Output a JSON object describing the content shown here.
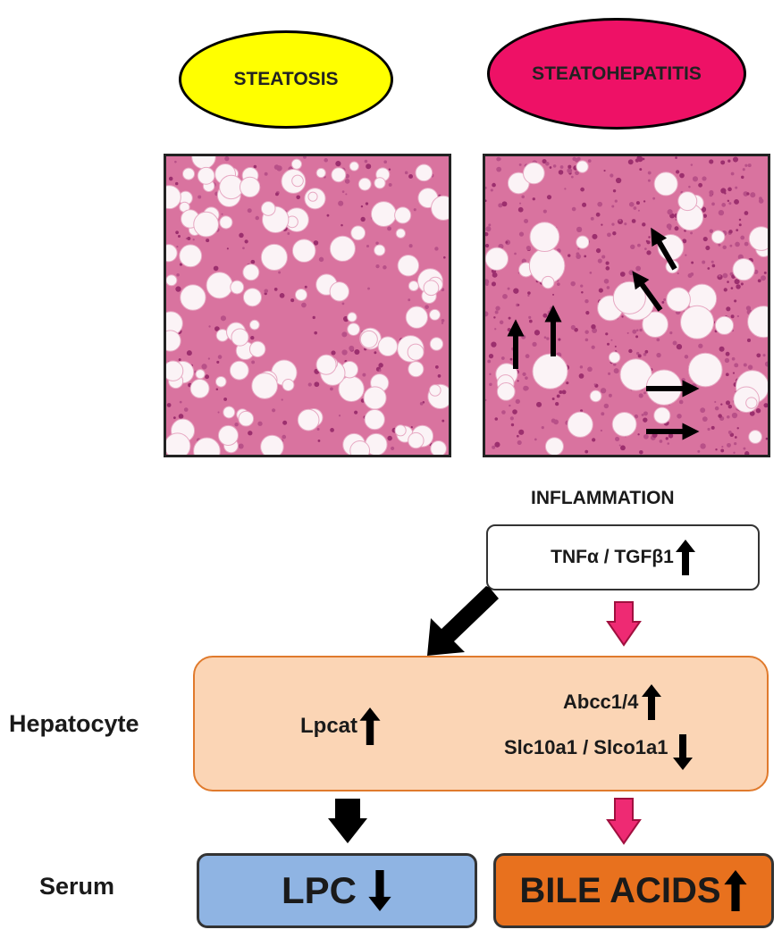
{
  "stages": {
    "steatosis": {
      "label": "STEATOSIS",
      "color": "#ffff00"
    },
    "steatohepatitis": {
      "label": "STEATOHEPATITIS",
      "color": "#ee1166"
    }
  },
  "inflammation": {
    "title": "INFLAMMATION",
    "cytokines": "TNFα / TGFβ1"
  },
  "hepatocyte": {
    "row_label": "Hepatocyte",
    "lpcat": "Lpcat",
    "abcc": "Abcc1/4",
    "transporters": "Slc10a1 / Slco1a1",
    "fill": "#fbd5b5",
    "border": "#e07a2c"
  },
  "serum": {
    "row_label": "Serum",
    "lpc": "LPC",
    "lpc_fill": "#8fb4e3",
    "bile_acids": "BILE ACIDS",
    "bile_fill": "#e8711e"
  },
  "colors": {
    "pink_arrow": "#ee2a73",
    "black_arrow": "#000000"
  }
}
